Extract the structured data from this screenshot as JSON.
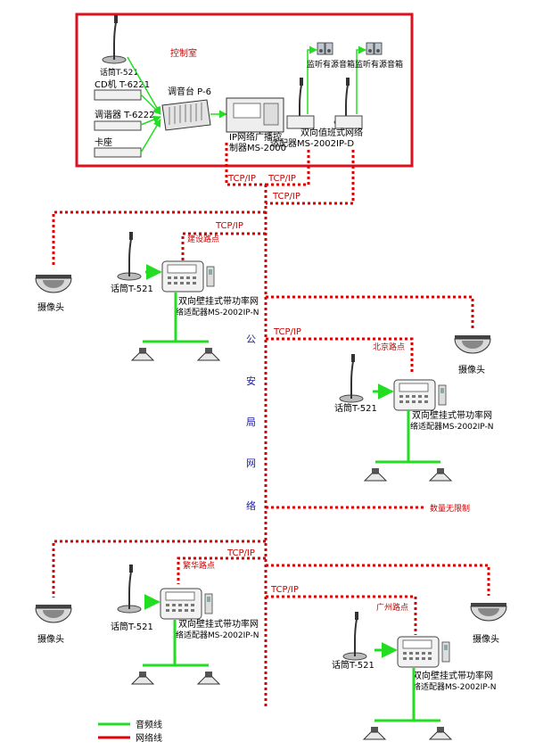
{
  "control_room": {
    "title": "控制室",
    "mic_label": "话筒T-521",
    "cd_label": "CD机 T-6221",
    "tuner_label": "调谐器 T-6222",
    "deck_label": "卡座",
    "mixer_label": "调音台 P-6",
    "controller_label_1": "IP网络广播控",
    "controller_label_2": "制器MS-2000",
    "duty_label_1": "双向值班式网络",
    "duty_label_2": "适配器MS-2002IP-D",
    "monitor_label_1": "监听有源音箱",
    "monitor_label_2": "监听有源音箱"
  },
  "network": {
    "tcp_1": "TCP/IP",
    "tcp_2": "TCP/IP",
    "tcp_3": "TCP/IP",
    "tcp_4": "TCP/IP",
    "tcp_5": "TCP/IP",
    "tcp_6": "TCP/IP",
    "tcp_7": "TCP/IP",
    "vertical_chars": [
      "公",
      "安",
      "局",
      "网",
      "络"
    ],
    "unlimited": "数量无限制"
  },
  "sites": [
    {
      "road": "建设路点",
      "mic": "话筒T-521",
      "dev_1": "双向壁挂式带功率网",
      "dev_2": "络适配器MS-2002IP-N",
      "camera": "摄像头"
    },
    {
      "road": "北京路点",
      "mic": "话筒T-521",
      "dev_1": "双向壁挂式带功率网",
      "dev_2": "络适配器MS-2002IP-N",
      "camera": "摄像头"
    },
    {
      "road": "繁华路点",
      "mic": "话筒T-521",
      "dev_1": "双向壁挂式带功率网",
      "dev_2": "络适配器MS-2002IP-N",
      "camera": "摄像头"
    },
    {
      "road": "广州路点",
      "mic": "话筒T-521",
      "dev_1": "双向壁挂式带功率网",
      "dev_2": "络适配器MS-2002IP-N",
      "camera": "摄像头"
    }
  ],
  "legend": {
    "audio_label": "音频线",
    "network_label": "网络线",
    "audio_color": "#22dd22",
    "network_color": "#dd0000"
  }
}
